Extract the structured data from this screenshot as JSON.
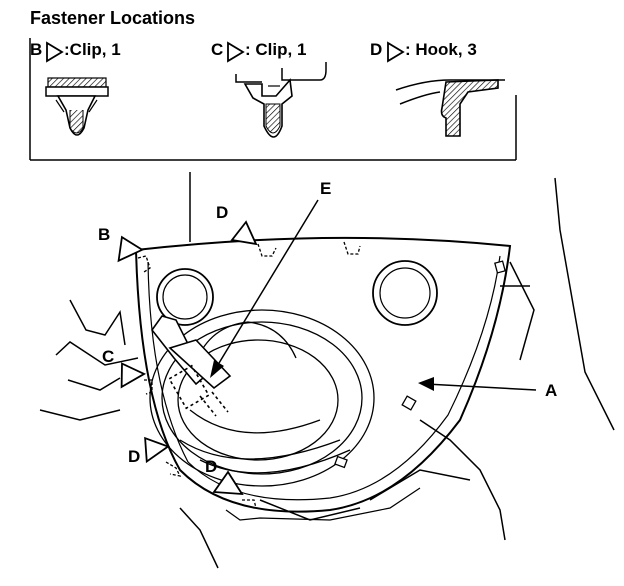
{
  "header": {
    "title": "Fastener Locations"
  },
  "legend": {
    "b": {
      "letter": "B",
      "text": ":Clip, 1"
    },
    "c": {
      "letter": "C",
      "text": ": Clip, 1"
    },
    "d": {
      "letter": "D",
      "text": ": Hook, 3"
    }
  },
  "callouts": {
    "b": "B",
    "c": "C",
    "d_top": "D",
    "d_left": "D",
    "d_bottom": "D",
    "e": "E",
    "a": "A"
  },
  "colors": {
    "ink": "#000000",
    "paper": "#ffffff"
  }
}
